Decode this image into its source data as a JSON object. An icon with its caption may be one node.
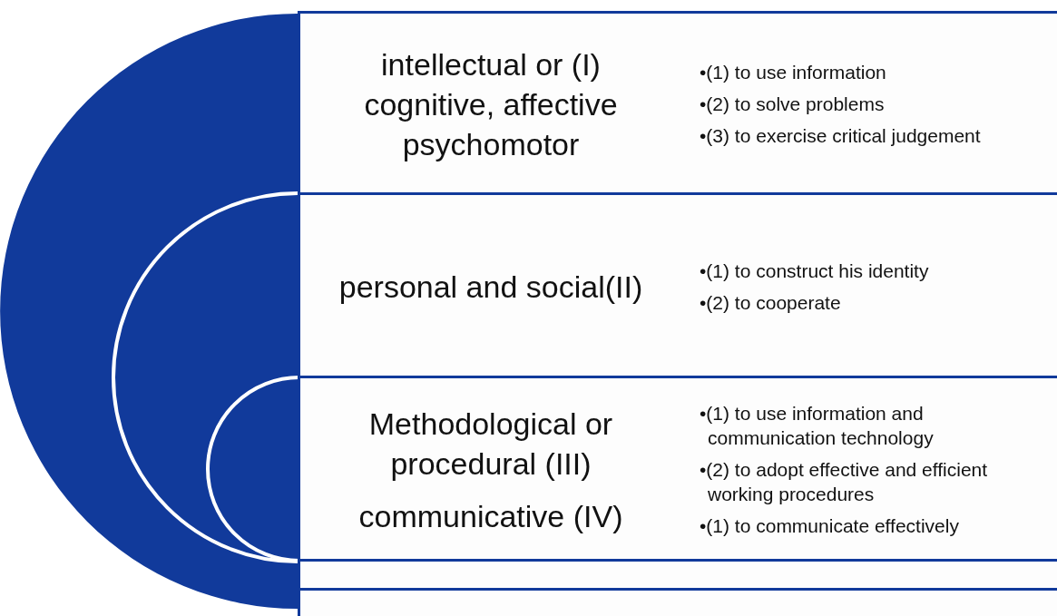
{
  "diagram": {
    "nodes": [
      {
        "text": [
          "intellectual or (I) cognitive, affective psychomotor",
          "•(1) to use information",
          "•(2) to solve problems",
          "•(3) to exercise critical judgement"
        ]
      },
      {
        "text": [
          "personal and social(II)",
          "•(1) to construct his identity",
          "•(2) to cooperate"
        ]
      },
      {
        "text": [
          "Methodological or procedural (III)",
          "communicative (IV)",
          "•(1) to use information and communication technology",
          "•(2) to adopt effective and efficient working procedures",
          "•(1) to communicate effectively"
        ]
      },
      {
        "text": [],
        "shape": "box"
      },
      {
        "text": [],
        "shape": "box"
      }
    ],
    "edges": []
  }
}
